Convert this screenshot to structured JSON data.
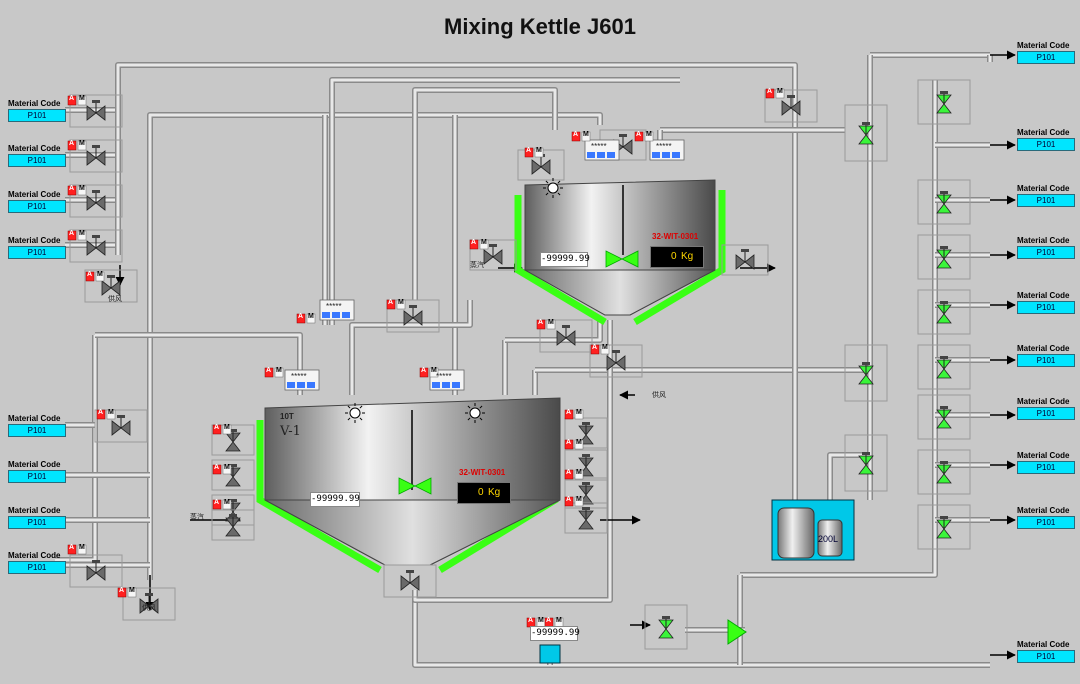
{
  "title": "Mixing Kettle J601",
  "material_code_label": "Material Code",
  "material_code_value": "P101",
  "overlap_label": "Material Code",
  "kettle_main": {
    "label": "V-1",
    "capacity": "10T",
    "weight_tag": "32-WIT-0301",
    "weight_value": "0",
    "weight_unit": "Kg",
    "readout": "-99999.99"
  },
  "kettle_upper": {
    "weight_tag": "32-WIT-0301",
    "weight_value": "0",
    "weight_unit": "Kg",
    "readout": "-99999.99"
  },
  "bottom_readout": "-99999.99",
  "drum_label": "200L",
  "status_marks": [
    "A",
    "M"
  ],
  "masked_readout": "*****",
  "steam_label": "蒸汽",
  "air_label": "供风",
  "colors": {
    "background": "#c8c8c8",
    "pipe": "#e8e8e8",
    "glow": "#39ff14",
    "valve": "#6a6a6a",
    "cyan": "#00e5ff",
    "alarm": "#e00000"
  }
}
